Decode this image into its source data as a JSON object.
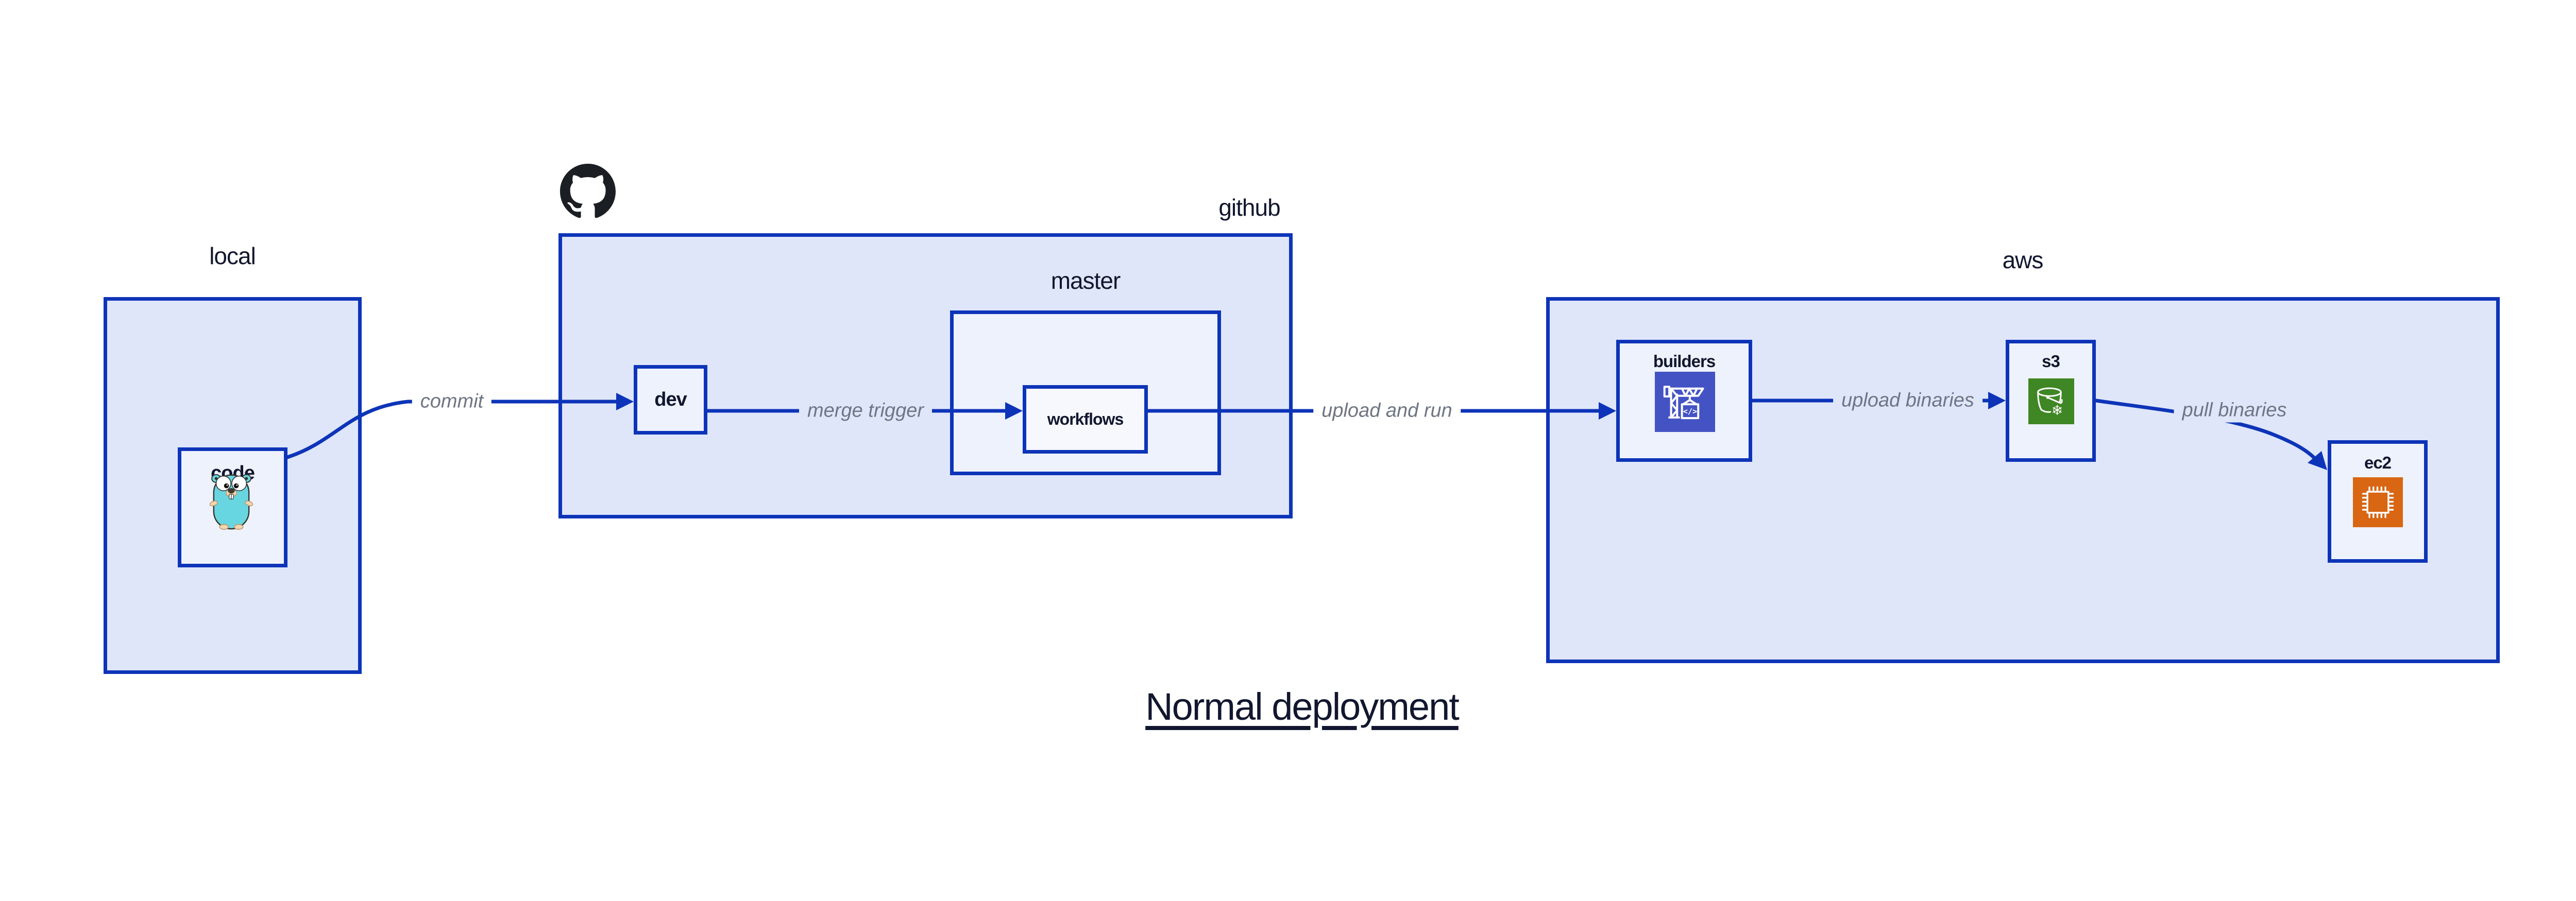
{
  "title": {
    "text": "Normal deployment"
  },
  "containers": {
    "local": {
      "label": "local"
    },
    "github": {
      "label": "github"
    },
    "master": {
      "label": "master"
    },
    "aws": {
      "label": "aws"
    }
  },
  "nodes": {
    "code": {
      "label": "code"
    },
    "dev": {
      "label": "dev"
    },
    "workflows": {
      "label": "workflows"
    },
    "builders": {
      "label": "builders"
    },
    "s3": {
      "label": "s3"
    },
    "ec2": {
      "label": "ec2"
    }
  },
  "edges": [
    {
      "from": "code",
      "to": "dev",
      "label": "commit"
    },
    {
      "from": "dev",
      "to": "workflows",
      "label": "merge trigger"
    },
    {
      "from": "workflows",
      "to": "builders",
      "label": "upload and run"
    },
    {
      "from": "builders",
      "to": "s3",
      "label": "upload binaries"
    },
    {
      "from": "s3",
      "to": "ec2",
      "label": "pull binaries"
    }
  ],
  "icons": {
    "github": "octocat-icon",
    "code": "go-gopher-icon",
    "builders": "codebuild-crane-icon",
    "s3": "s3-glacier-bucket-icon",
    "ec2": "ec2-chip-icon",
    "builders_glyph": "</>",
    "s3_snowflake_glyph": "❄"
  },
  "colors": {
    "page_bg": "#ffffff",
    "stroke_blue": "#0d34b8",
    "container_fill": "#dfe6fa",
    "node_fill": "#eef2fd",
    "inner_node_fill": "#f6f8fe",
    "label_dark": "#12172f",
    "edge_label_gray": "#6e7583",
    "octocat_black": "#1b1f23",
    "gopher_teal": "#67d6e0",
    "codebuild_indigo": "#4453c4",
    "s3_green": "#3f8624",
    "ec2_orange": "#d86613"
  }
}
